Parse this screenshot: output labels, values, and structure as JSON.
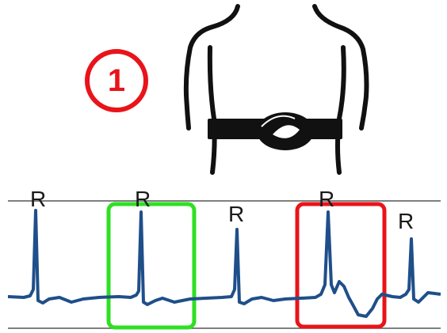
{
  "step_badge": {
    "number": "1",
    "color": "#e8141a"
  },
  "figure": {
    "illustration": "torso-with-chest-strap",
    "strap_color": "#111111",
    "outline_color": "#111111"
  },
  "ecg": {
    "trace_color": "#1f4f8a",
    "gridline_color": "#555555",
    "r_peaks": [
      {
        "label": "R"
      },
      {
        "label": "R"
      },
      {
        "label": "R"
      },
      {
        "label": "R"
      },
      {
        "label": "R"
      }
    ],
    "normal_beat_box": {
      "color": "#2ee022"
    },
    "abnormal_beat_box": {
      "color": "#e8141a"
    }
  }
}
